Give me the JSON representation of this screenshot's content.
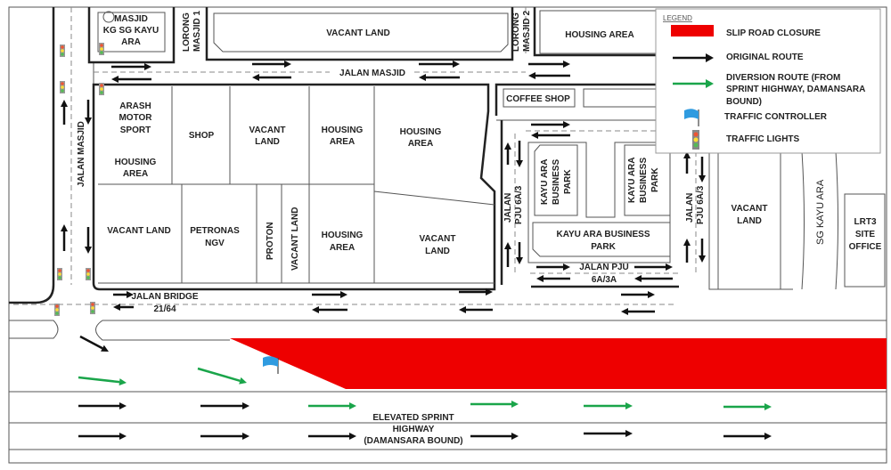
{
  "colors": {
    "closure": "#ee0000",
    "original": "#111111",
    "diversion": "#1aa54a",
    "flag": "#2f9be0"
  },
  "legend": {
    "title": "LEGEND",
    "closure": "SLIP ROAD CLOSURE",
    "original": "ORIGINAL ROUTE",
    "diversion_1": "DIVERSION ROUTE (FROM",
    "diversion_2": "SPRINT HIGHWAY, DAMANSARA",
    "diversion_3": "BOUND)",
    "controller": "TRAFFIC CONTROLLER",
    "lights": "TRAFFIC LIGHTS"
  },
  "labels": {
    "masjid_1": "MASJID",
    "masjid_2": "KG SG KAYU",
    "masjid_3": "ARA",
    "lorong1_a": "LORONG",
    "lorong1_b": "MASJID 1",
    "lorong2_a": "LORONG",
    "lorong2_b": "MASJID 2",
    "vacant_top": "VACANT LAND",
    "housing_top": "HOUSING AREA",
    "jalan_masjid_h": "JALAN MASJID",
    "jalan_masjid_v": "JALAN MASJID",
    "arash_1": "ARASH",
    "arash_2": "MOTOR",
    "arash_3": "SPORT",
    "housing_a1": "HOUSING",
    "housing_a2": "AREA",
    "shop": "SHOP",
    "vacant_b1": "VACANT",
    "vacant_b2": "LAND",
    "housing_b1": "HOUSING",
    "housing_b2": "AREA",
    "housing_c1": "HOUSING",
    "housing_c2": "AREA",
    "vacant_land_row2": "VACANT LAND",
    "petronas_1": "PETRONAS",
    "petronas_2": "NGV",
    "proton": "PROTON",
    "vacant_v": "VACANT  LAND",
    "housing_d1": "HOUSING",
    "housing_d2": "AREA",
    "vacant_e1": "VACANT",
    "vacant_e2": "LAND",
    "coffee_shop": "COFFEE SHOP",
    "kbp1_1": "KAYU ARA",
    "kbp1_2": "BUSINESS",
    "kbp1_3": "PARK",
    "kbp2_1": "KAYU ARA",
    "kbp2_2": "BUSINESS",
    "kbp2_3": "PARK",
    "kbp3_1": "KAYU ARA BUSINESS",
    "kbp3_2": "PARK",
    "pju_left_1": "JALAN",
    "pju_left_2": "PJU 6A/3",
    "pju_right_1": "JALAN",
    "pju_right_2": "PJU 6A/3",
    "jalan_pju_1": "JALAN PJU",
    "jalan_pju_2": "6A/3A",
    "vacant_r1": "VACANT",
    "vacant_r2": "LAND",
    "sg_kayu_ara": "SG KAYU ARA",
    "lrt_1": "LRT3",
    "lrt_2": "SITE",
    "lrt_3": "OFFICE",
    "bridge_1": "JALAN BRIDGE",
    "bridge_2": "21/64",
    "sprint_1": "ELEVATED SPRINT",
    "sprint_2": "HIGHWAY",
    "sprint_3": "(DAMANSARA BOUND)"
  }
}
